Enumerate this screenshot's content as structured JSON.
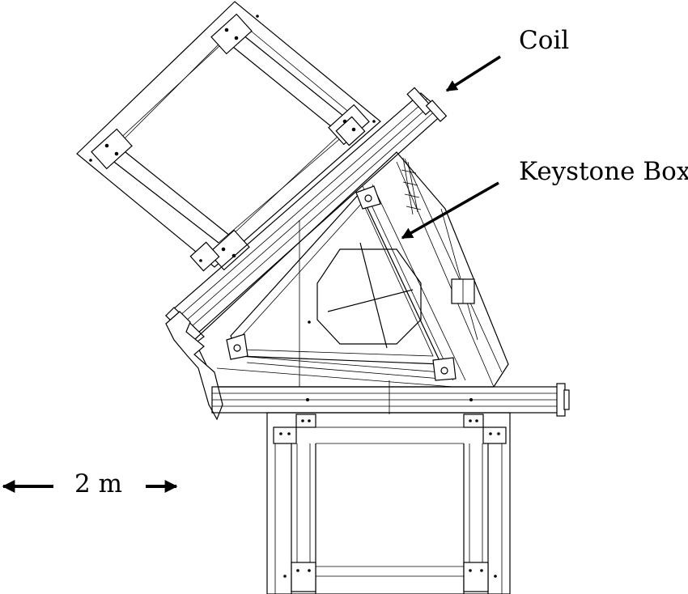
{
  "labels": {
    "coil": "Coil",
    "keystone_box": "Keystone Box",
    "scale": "2 m"
  },
  "colors": {
    "ink": "#000000",
    "background": "#ffffff"
  }
}
